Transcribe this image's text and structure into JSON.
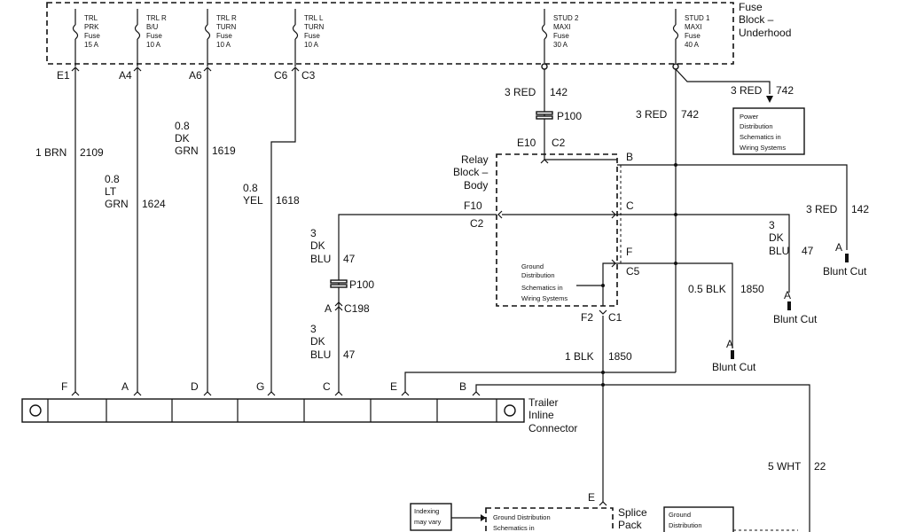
{
  "fuse_block": {
    "title_lines": [
      "Fuse",
      "Block –",
      "Underhood"
    ],
    "fuses": [
      {
        "lines": [
          "TRL",
          "PRK",
          "Fuse",
          "15 A"
        ]
      },
      {
        "lines": [
          "TRL R",
          "B/U",
          "Fuse",
          "10 A"
        ]
      },
      {
        "lines": [
          "TRL R",
          "TURN",
          "Fuse",
          "10 A"
        ]
      },
      {
        "lines": [
          "TRL L",
          "TURN",
          "Fuse",
          "10 A"
        ]
      },
      {
        "lines": [
          "STUD 2",
          "MAXI",
          "Fuse",
          "30 A"
        ]
      },
      {
        "lines": [
          "STUD 1",
          "MAXI",
          "Fuse",
          "40 A"
        ]
      }
    ],
    "pins": [
      "E1",
      "A4",
      "A6",
      "C6",
      "C3"
    ]
  },
  "wires": {
    "w2109": {
      "gauge_color": "1 BRN",
      "circuit": "2109"
    },
    "w1624": {
      "lines": [
        "0.8",
        "LT",
        "GRN"
      ],
      "circuit": "1624"
    },
    "w1619": {
      "lines": [
        "0.8",
        "DK",
        "GRN"
      ],
      "circuit": "1619"
    },
    "w1618": {
      "lines": [
        "0.8",
        "YEL"
      ],
      "circuit": "1618"
    },
    "w47_top": {
      "lines": [
        "3",
        "DK",
        "BLU"
      ],
      "circuit": "47"
    },
    "w47_bot": {
      "lines": [
        "3",
        "DK",
        "BLU"
      ],
      "circuit": "47"
    },
    "w142_top": {
      "gauge_color": "3 RED",
      "circuit": "142"
    },
    "w742_a": {
      "gauge_color": "3 RED",
      "circuit": "742"
    },
    "w742_b": {
      "gauge_color": "3 RED",
      "circuit": "742"
    },
    "w142_right": {
      "gauge_color": "3 RED",
      "circuit": "142"
    },
    "w47_right": {
      "lines": [
        "3",
        "DK",
        "BLU"
      ],
      "circuit": "47"
    },
    "w1850_a": {
      "gauge_color": "0.5 BLK",
      "circuit": "1850"
    },
    "w1850_b": {
      "gauge_color": "1 BLK",
      "circuit": "1850"
    },
    "w22": {
      "gauge_color": "5 WHT",
      "circuit": "22"
    }
  },
  "connectors": {
    "p100_top": "P100",
    "p100_left": "P100",
    "e10": "E10",
    "c2_top": "C2",
    "f10": "F10",
    "c2_left": "C2",
    "f2": "F2",
    "c1": "C1",
    "c5": "C5",
    "pin_b": "B",
    "pin_c": "C",
    "pin_f": "F",
    "a_c198": "A",
    "c198": "C198",
    "splice_e": "E",
    "blunt_a1": "A",
    "blunt_a2": "A",
    "blunt_a3": "A"
  },
  "relay_block": {
    "lines": [
      "Relay",
      "Block –",
      "Body"
    ]
  },
  "power_ref": {
    "lines": [
      "Power",
      "Distribution",
      "Schematics in",
      "Wiring Systems"
    ]
  },
  "ground_ref_relay": {
    "lines": [
      "Ground",
      "Distribution",
      "Schematics in",
      "Wiring Systems"
    ]
  },
  "blunt_cut": [
    "Blunt Cut",
    "Blunt Cut",
    "Blunt Cut"
  ],
  "trailer_connector": {
    "pins": [
      "F",
      "A",
      "D",
      "G",
      "C",
      "E",
      "B"
    ],
    "label_lines": [
      "Trailer",
      "Inline",
      "Connector"
    ]
  },
  "bottom": {
    "indexing_lines": [
      "Indexing",
      "may vary"
    ],
    "ground_ref_splice_lines": [
      "Ground Distribution",
      "Schematics in"
    ],
    "splice_pack_lines": [
      "Splice",
      "Pack"
    ],
    "ground_ref_right_lines": [
      "Ground",
      "Distribution"
    ]
  }
}
